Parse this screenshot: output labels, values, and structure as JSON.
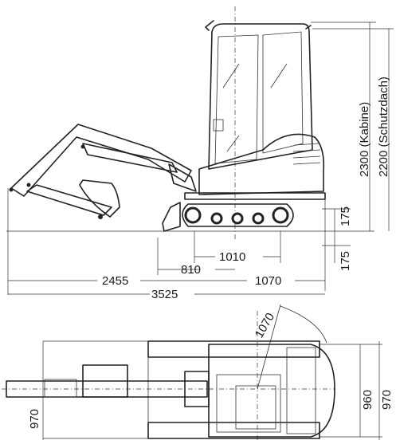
{
  "side_view": {
    "height_cabin": "2300 (Kabine)",
    "height_canopy": "2200 (Schutzdach)",
    "ground_clearance_top": "175",
    "ground_clearance_bottom": "175",
    "track_length_inner": "1010",
    "track_offset": "810",
    "reach_front": "2455",
    "rear_length": "1070",
    "overall_length": "3525"
  },
  "top_view": {
    "swing_radius": "1070",
    "track_width": "960",
    "track_width_outer": "970",
    "blade_width": "970"
  }
}
